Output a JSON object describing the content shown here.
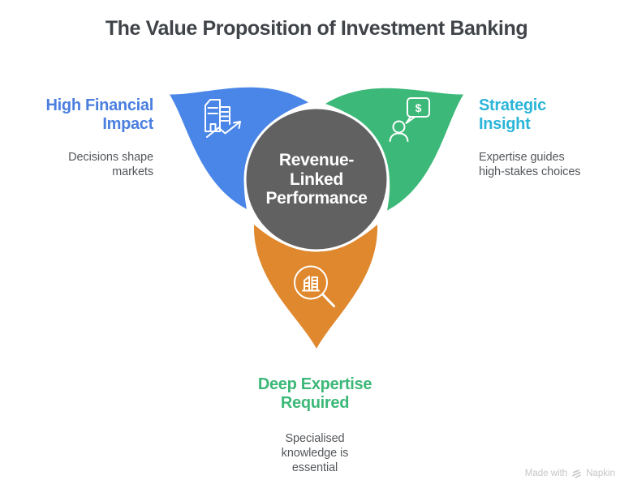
{
  "title": "The Value Proposition of Investment Banking",
  "center_circle": {
    "lines": [
      "Revenue-",
      "Linked",
      "Performance"
    ],
    "bg_color": "#616161"
  },
  "petals": {
    "top_left": {
      "heading_lines": [
        "High Financial",
        "Impact"
      ],
      "body_lines": [
        "Decisions shape",
        "markets"
      ],
      "petal_color": "#4a86e8",
      "heading_color": "#4a7fe0",
      "icon": "buildings-growth-arrow"
    },
    "top_right": {
      "heading_lines": [
        "Strategic",
        "Insight"
      ],
      "body_lines": [
        "Expertise guides",
        "high-stakes choices"
      ],
      "petal_color": "#3cb878",
      "heading_color": "#2bb5d8",
      "icon": "advisor-dollar-chat",
      "dollar_sign": "$"
    },
    "bottom": {
      "heading_lines": [
        "Deep Expertise",
        "Required"
      ],
      "body_lines": [
        "Specialised",
        "knowledge is",
        "essential"
      ],
      "petal_color": "#e0882e",
      "heading_color": "#3cb878",
      "icon": "magnifier-building"
    }
  },
  "credit": {
    "prefix": "Made with",
    "brand": "Napkin"
  }
}
